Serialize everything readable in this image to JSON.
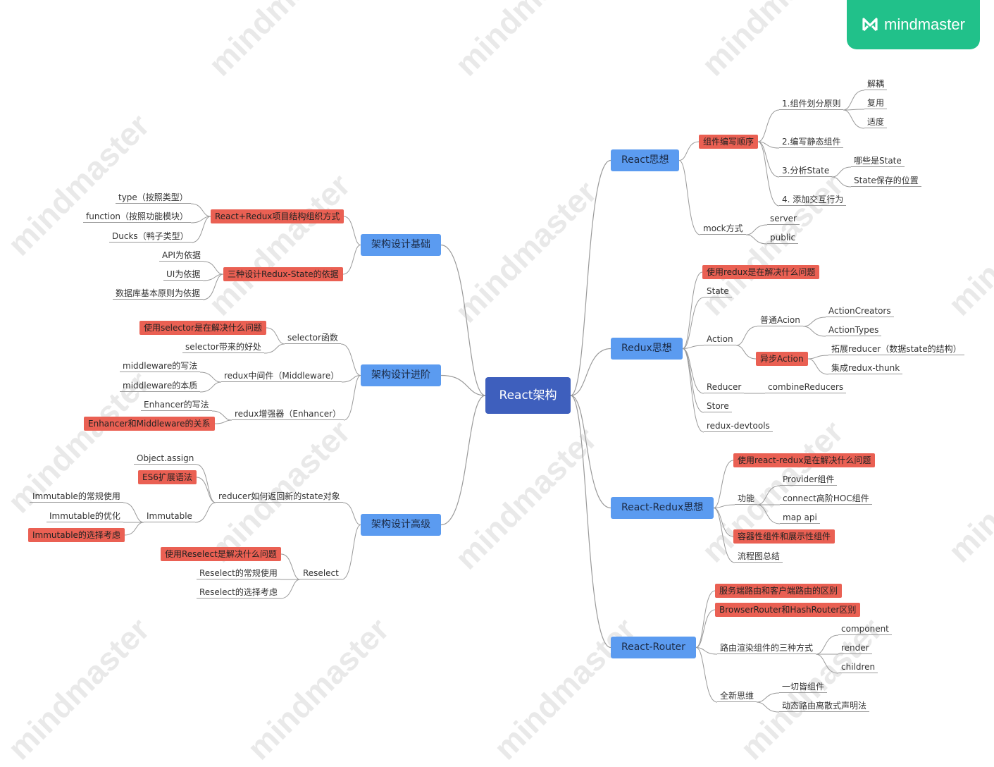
{
  "brand": {
    "name": "mindmaster",
    "color": "#21c18a"
  },
  "watermark": "mindmaster",
  "colors": {
    "root": "#3e5fbd",
    "topic": "#5b9bf0",
    "highlight": "#ea6053",
    "line": "#9a9a9a"
  },
  "root": "React架构",
  "topics": {
    "react": "React思想",
    "redux": "Redux思想",
    "react_redux": "React-Redux思想",
    "router": "React-Router",
    "basic": "架构设计基础",
    "advanced": "架构设计进阶",
    "senior": "架构设计高级"
  },
  "react": {
    "order": "组件编写顺序",
    "split": "1.组件划分原则",
    "split_items": [
      "解耦",
      "复用",
      "适度"
    ],
    "static": "2.编写静态组件",
    "state": "3.分析State",
    "state_items": [
      "哪些是State",
      "State保存的位置"
    ],
    "interact": "4. 添加交互行为",
    "mock": "mock方式",
    "mock_items": [
      "server",
      "public"
    ]
  },
  "redux": {
    "problem": "使用redux是在解决什么问题",
    "state": "State",
    "action": "Action",
    "normal_action": "普通Acion",
    "normal_items": [
      "ActionCreators",
      "ActionTypes"
    ],
    "async_action": "异步Action",
    "async_items": [
      "拓展reducer（数据state的结构）",
      "集成redux-thunk"
    ],
    "reducer": "Reducer",
    "combine": "combineReducers",
    "store": "Store",
    "devtools": "redux-devtools"
  },
  "react_redux": {
    "problem": "使用react-redux是在解决什么问题",
    "feature": "功能",
    "feature_items": [
      "Provider组件",
      "connect高阶HOC组件",
      "map api"
    ],
    "container": "容器性组件和展示性组件",
    "flow": "流程图总结"
  },
  "router": {
    "diff1": "服务端路由和客户端路由的区别",
    "diff2": "BrowserRouter和HashRouter区别",
    "render": "路由渲染组件的三种方式",
    "render_items": [
      "component",
      "render",
      "children"
    ],
    "think": "全新思维",
    "think_items": [
      "一切皆组件",
      "动态路由离散式声明法"
    ]
  },
  "basic": {
    "org": "React+Redux项目结构组织方式",
    "org_items": [
      "type（按照类型）",
      "function（按照功能模块）",
      "Ducks（鸭子类型）"
    ],
    "design": "三种设计Redux-State的依据",
    "design_items": [
      "API为依据",
      "UI为依据",
      "数据库基本原则为依据"
    ]
  },
  "advanced": {
    "selector": "selector函数",
    "selector_problem": "使用selector是在解决什么问题",
    "selector_benefit": "selector带来的好处",
    "middleware": "redux中间件（Middleware）",
    "middleware_items": [
      "middleware的写法",
      "middleware的本质"
    ],
    "enhancer": "redux增强器（Enhancer）",
    "enhancer_write": "Enhancer的写法",
    "enhancer_relation": "Enhancer和Middleware的关系"
  },
  "senior": {
    "reducer_return": "reducer如何返回新的state对象",
    "object_assign": "Object.assign",
    "es6": "ES6扩展语法",
    "immutable": "Immutable",
    "immutable_use": "Immutable的常规使用",
    "immutable_opt": "Immutable的优化",
    "immutable_choice": "Immutable的选择考虑",
    "reselect": "Reselect",
    "reselect_problem": "使用Reselect是解决什么问题",
    "reselect_use": "Reselect的常规使用",
    "reselect_choice": "Reselect的选择考虑"
  }
}
